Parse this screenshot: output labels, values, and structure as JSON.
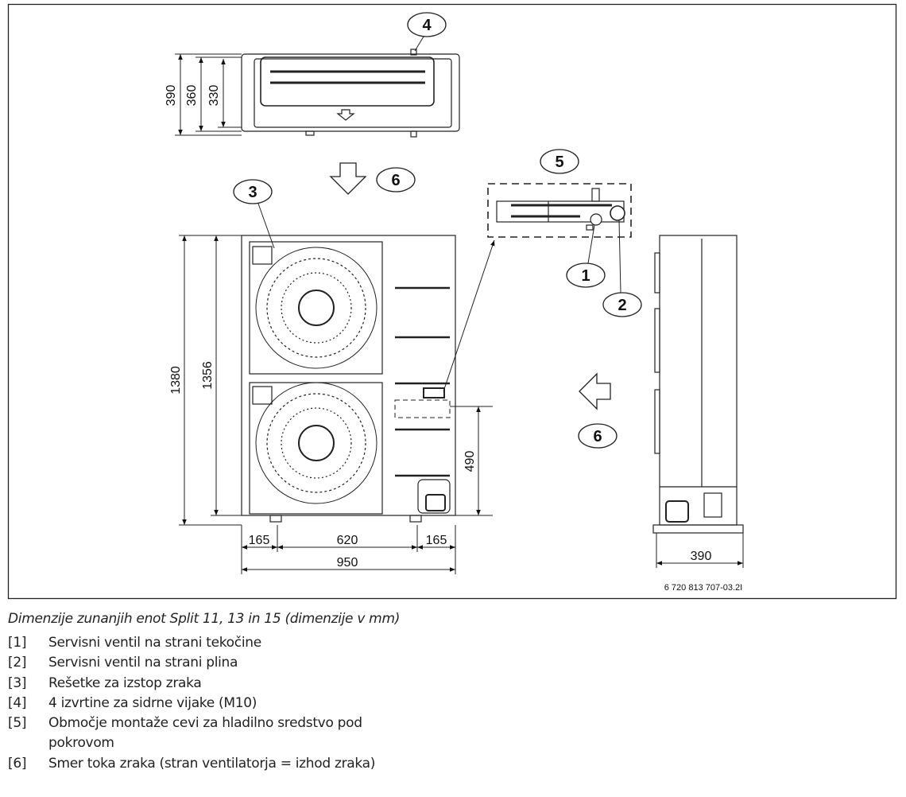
{
  "figure": {
    "dimensions": {
      "top_depth_total": "390",
      "top_depth_mid": "360",
      "top_depth_inner": "330",
      "height_total": "1380",
      "height_body": "1356",
      "pipe_height": "490",
      "foot_left": "165",
      "foot_spacing": "620",
      "foot_right": "165",
      "width_total": "950",
      "side_depth": "390"
    },
    "callouts": {
      "anchor_holes": "4",
      "airflow_top": "6",
      "air_outlet_grille": "3",
      "pipe_area": "5",
      "liquid_valve": "1",
      "gas_valve": "2",
      "airflow_side": "6"
    },
    "drawing_id": "6 720 813 707-03.2I"
  },
  "caption": "Dimenzije zunanjih enot Split 11, 13 in 15 (dimenzije v mm)",
  "legend": [
    {
      "num": "[1]",
      "text": "Servisni ventil na strani tekočine"
    },
    {
      "num": "[2]",
      "text": "Servisni ventil na strani plina"
    },
    {
      "num": "[3]",
      "text": "Rešetke za izstop zraka"
    },
    {
      "num": "[4]",
      "text": "4 izvrtine za sidrne vijake (M10)"
    },
    {
      "num": "[5]",
      "text": "Območje montaže cevi za hladilno sredstvo pod pokrovom"
    },
    {
      "num": "[6]",
      "text": "Smer toka zraka (stran ventilatorja = izhod zraka)"
    }
  ]
}
